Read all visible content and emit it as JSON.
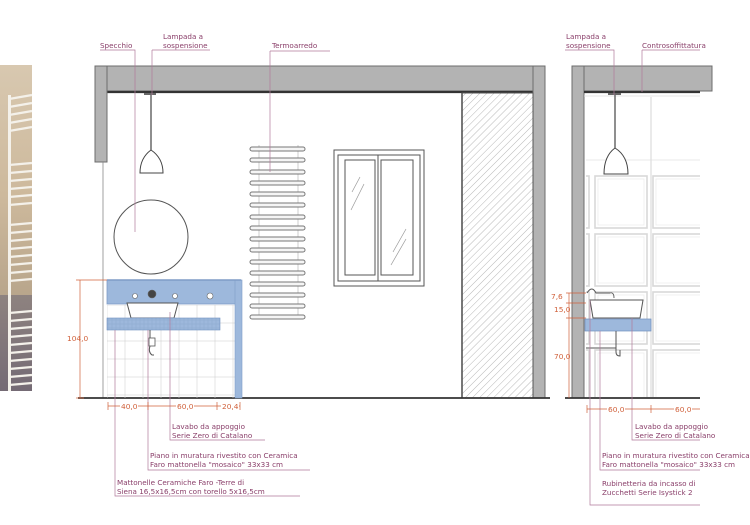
{
  "drawing": {
    "type": "bathroom elevation",
    "photo": {
      "description": "photo of white towel radiator",
      "icon": "radiator-photo"
    },
    "elevation_left": {
      "callouts": [
        {
          "id": "mirror",
          "label": "Specchio"
        },
        {
          "id": "pendant",
          "label_line1": "Lampada a",
          "label_line2": "sospensione"
        },
        {
          "id": "towel_rail",
          "label": "Termoarredo"
        }
      ],
      "dimensions": {
        "height": "104,0",
        "widths": [
          "40,0",
          "60,0",
          "20,4"
        ]
      },
      "notes": [
        {
          "line1": "Lavabo da appoggio",
          "line2": "Serie Zero di Catalano"
        },
        {
          "line1": "Piano in muratura rivestito con Ceramica",
          "line2": "Faro mattonella \"mosaico\" 33x33 cm"
        },
        {
          "line1": "Mattonelle Ceramiche Faro -Terre di",
          "line2": "Siena 16,5x16,5cm con torello 5x16,5cm"
        }
      ]
    },
    "elevation_right": {
      "callouts": [
        {
          "id": "pendant",
          "label_line1": "Lampada a",
          "label_line2": "sospensione"
        },
        {
          "id": "ceiling",
          "label": "Controsoffittatura"
        }
      ],
      "dimensions": {
        "heights": [
          "7,6",
          "15,0",
          "70,0"
        ],
        "widths": [
          "60,0",
          "60,0"
        ]
      },
      "notes": [
        {
          "line1": "Lavabo da appoggio",
          "line2": "Serie Zero di Catalano"
        },
        {
          "line1": "Piano in muratura rivestito con Ceramica",
          "line2": "Faro mattonella \"mosaico\" 33x33 cm"
        },
        {
          "line1": "Rubinetteria da incasso di",
          "line2": "Zucchetti Serie Isystick 2"
        }
      ]
    },
    "colors": {
      "wall": "#b3b3b3",
      "tile_blue": "#9db8dc",
      "annotation": "#8a3f6a",
      "dimension": "#d0603a"
    }
  }
}
